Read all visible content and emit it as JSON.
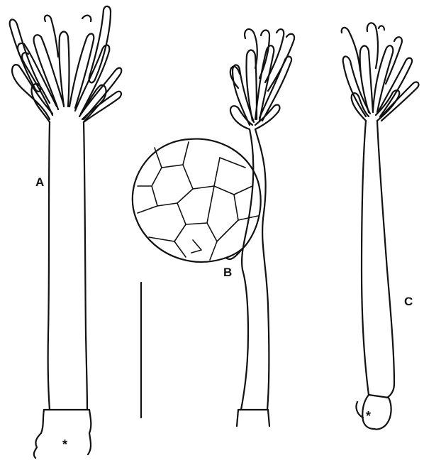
{
  "labels": {
    "a": "A",
    "b": "B",
    "c": "C"
  },
  "markers": {
    "a_base": "*",
    "c_base": "*"
  }
}
